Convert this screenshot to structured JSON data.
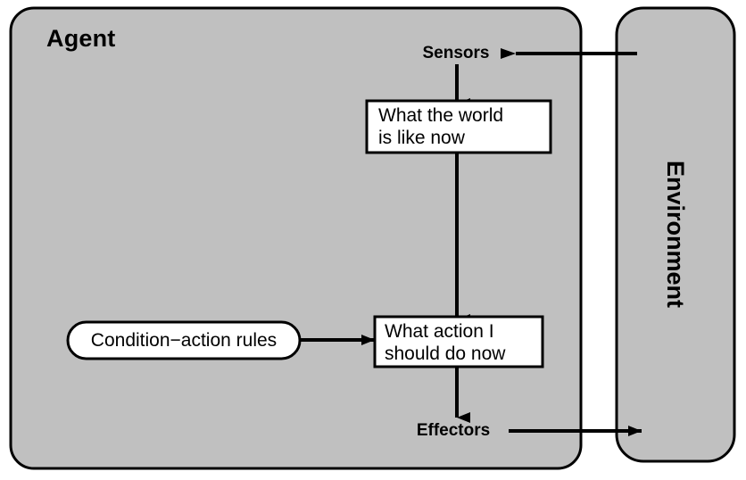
{
  "diagram": {
    "title_agent": "Agent",
    "title_environment": "Environment",
    "colors": {
      "panel_fill": "#c0c0c0",
      "node_fill": "#ffffff",
      "stroke": "#000000",
      "page_background": "#ffffff"
    },
    "nodes": {
      "sensors": "Sensors",
      "effectors": "Effectors",
      "world_state": "What the world\nis like now",
      "world_state_line1": "What the world",
      "world_state_line2": "is like now",
      "action_state": "What action I\nshould do now",
      "action_state_line1": "What action I",
      "action_state_line2": "should do now",
      "rules": "Condition−action rules"
    },
    "edges": [
      {
        "name": "environment-to-sensors",
        "from": "Environment",
        "to": "Sensors",
        "direction": "left"
      },
      {
        "name": "sensors-to-world-state",
        "from": "Sensors",
        "to": "What the world is like now",
        "direction": "down"
      },
      {
        "name": "world-state-to-action-state",
        "from": "What the world is like now",
        "to": "What action I should do now",
        "direction": "down"
      },
      {
        "name": "rules-to-action-state",
        "from": "Condition−action rules",
        "to": "What action I should do now",
        "direction": "right"
      },
      {
        "name": "action-state-to-effectors",
        "from": "What action I should do now",
        "to": "Effectors",
        "direction": "down"
      },
      {
        "name": "effectors-to-environment",
        "from": "Effectors",
        "to": "Environment",
        "direction": "right"
      }
    ]
  }
}
